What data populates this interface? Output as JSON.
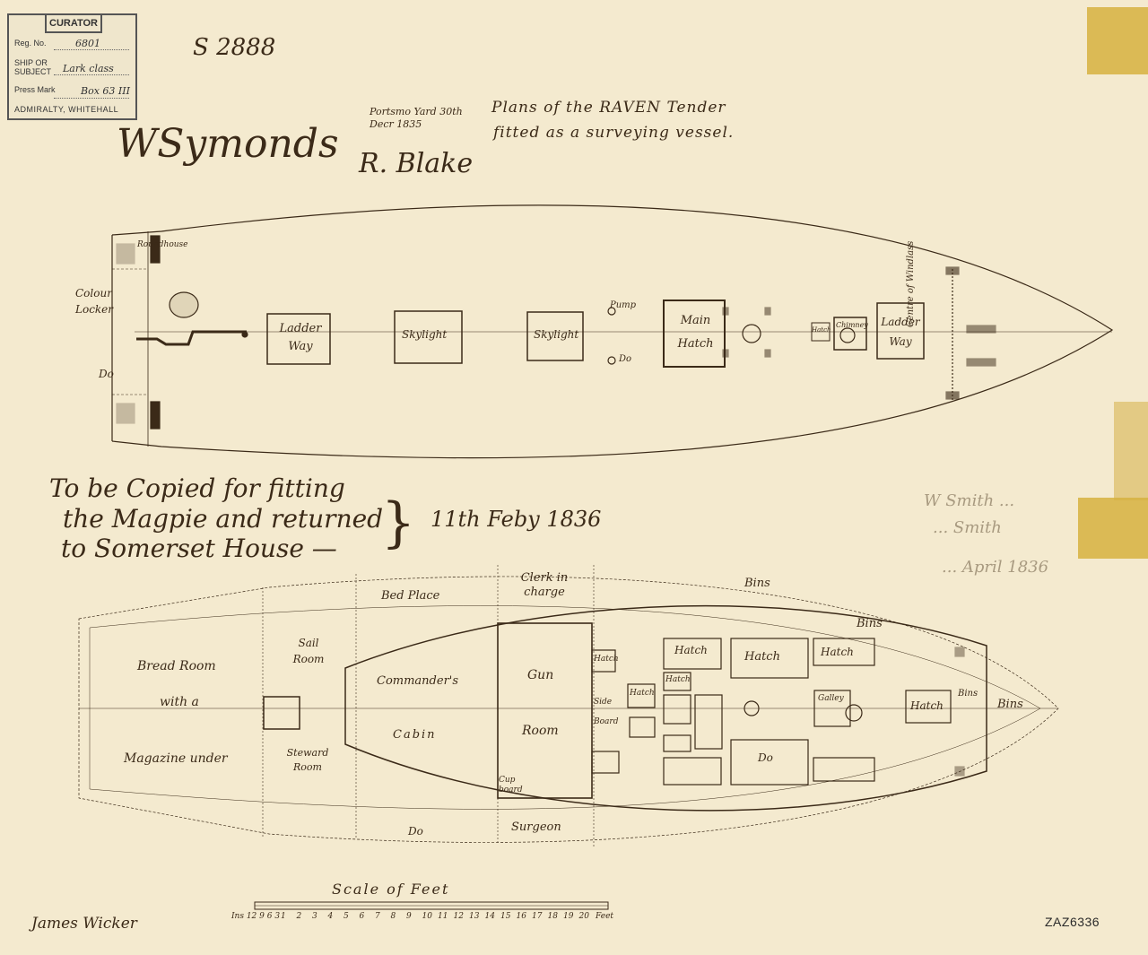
{
  "stamp": {
    "header": "CURATOR",
    "reg_label": "Reg. No.",
    "reg_value": "6801",
    "ship_label": "SHIP OR\nSUBJECT",
    "ship_value": "Lark class",
    "press_label": "Press Mark",
    "press_value": "Box 63 III",
    "footer": "ADMIRALTY, WHITEHALL"
  },
  "title": {
    "ref": "S 2888",
    "place_date": "Portsmo Yard 30th Decr 1835",
    "line1": "Plans of the RAVEN Tender",
    "line2": "fitted as a surveying vessel.",
    "signature1": "WSymonds",
    "signature2": "R. Blake"
  },
  "note": {
    "line1": "To be Copied for fitting",
    "line2": "the Magpie and returned",
    "line3": "to Somerset House —",
    "date": "11th Feby 1836"
  },
  "faint_note": {
    "line1": "W Smith ...",
    "line2": "... Smith",
    "line3": "... April 1836"
  },
  "upper_deck": {
    "labels": {
      "wardroom_house": "Roundhouse",
      "colour_locker": "Colour Locker",
      "ditto_aft": "Do",
      "ladder_way_aft": "Ladder Way",
      "skylight1": "Skylight",
      "skylight2": "Skylight",
      "pump": "Pump",
      "ditto_pump": "Do",
      "main_hatch": "Main Hatch",
      "fore_hatch": "Hatch",
      "chimney": "Chimney",
      "ladder_way_fore": "Ladder Way",
      "windlass": "Centre of Windlass"
    }
  },
  "lower_deck": {
    "labels": {
      "bread_room": "Bread Room",
      "with_a": "with a",
      "magazine": "Magazine under",
      "sail_room": "Sail Room",
      "steward_room": "Steward Room",
      "bed_place": "Bed Place",
      "commanders": "Commander's",
      "cabin": "Cabin",
      "clerk": "Clerk in charge",
      "gun": "Gun",
      "room": "Room",
      "cupboard": "Cup board",
      "surgeon": "Surgeon",
      "ditto_aft": "Do",
      "side_board": "Side Board",
      "bins_top": "Bins",
      "bins_upper": "Bins",
      "bins_fore": "Bins",
      "bins_bow": "Bins",
      "hatch_a": "Hatch",
      "hatch_b": "Hatch",
      "hatch_c": "Hatch",
      "hatch_d": "Hatch",
      "hatch_e": "Hatch",
      "hatch_f": "Hatch",
      "hatch_g": "Hatch",
      "galley": "Galley",
      "do": "Do"
    }
  },
  "scale": {
    "title": "Scale of Feet",
    "start": "Ins 12 9 6 3",
    "ticks": [
      "1",
      "2",
      "3",
      "4",
      "5",
      "6",
      "7",
      "8",
      "9",
      "10",
      "11",
      "12",
      "13",
      "14",
      "15",
      "16",
      "17",
      "18",
      "19",
      "20"
    ],
    "unit": "Feet"
  },
  "maker": "James Wicker",
  "catalogue_no": "ZAZ6336"
}
